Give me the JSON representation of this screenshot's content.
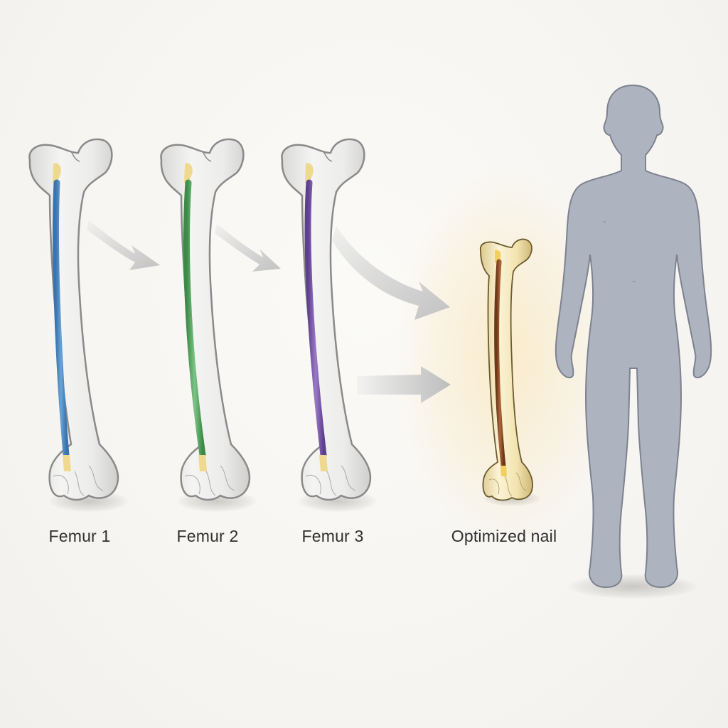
{
  "figure": {
    "labels": {
      "femur_1": "Femur 1",
      "femur_2": "Femur 2",
      "femur_3": "Femur 3",
      "optimized": "Optimized nail"
    },
    "colors": {
      "background": "#f8f6f2",
      "bone_fill": "#e9e9e8",
      "bone_outline": "#8a8a8a",
      "cartilage": "#efd98f",
      "nail_femur_1": "#4a86c0",
      "nail_femur_2": "#4fa45c",
      "nail_femur_3": "#7a5aa8",
      "nail_optimized": "#8a4a22",
      "optimized_bone_fill": "#f3e6b8",
      "optimized_glow": "#fae2aa",
      "arrow": "#c4c4c4",
      "human_silhouette": "#aeb3c0",
      "human_outline": "#7d8290",
      "label_text": "#2f2f2f"
    },
    "icons": {
      "femur": "femur-bone-icon",
      "arrow": "arrow-right-icon",
      "human": "human-silhouette-icon"
    }
  }
}
